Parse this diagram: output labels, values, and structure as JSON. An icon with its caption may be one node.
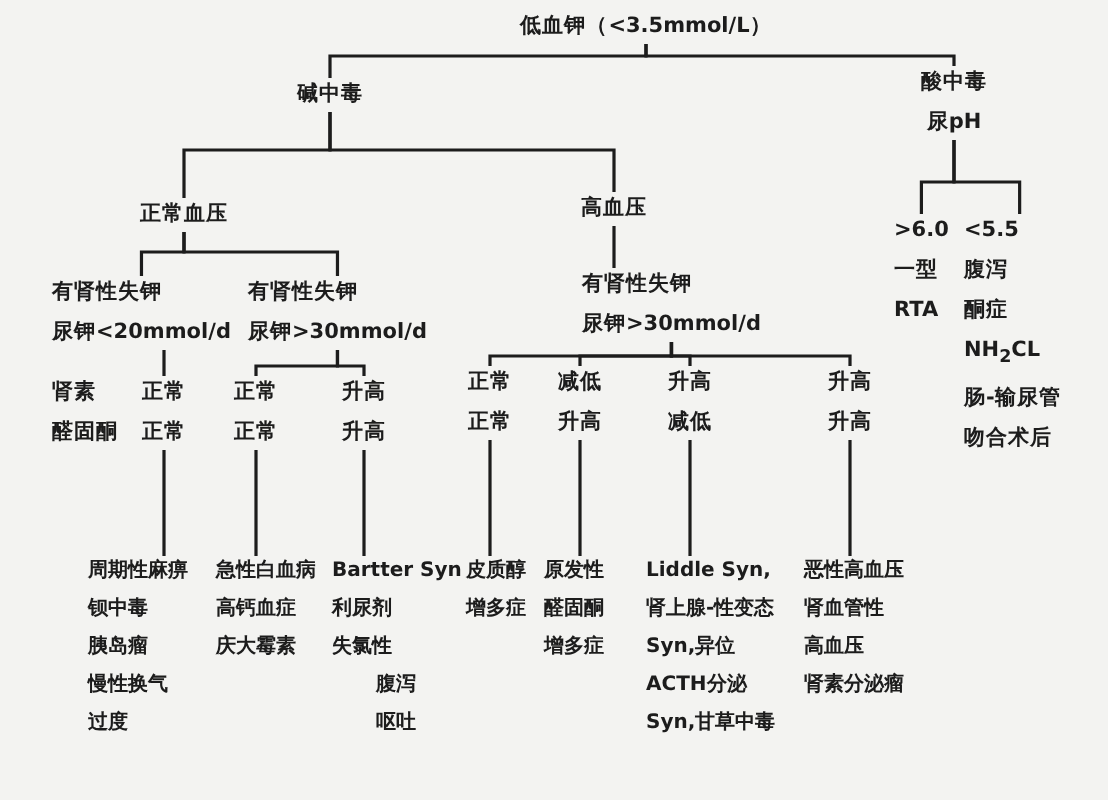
{
  "diagram": {
    "nodes": [
      {
        "text": [
          "低血钾（<3.5mmol/L）"
        ]
      },
      {
        "text": [
          "碱中毒"
        ]
      },
      {
        "text": [
          "酸中毒",
          "尿pH"
        ]
      },
      {
        "text": [
          "正常血压"
        ]
      },
      {
        "text": [
          "高血压"
        ]
      },
      {
        "text": [
          "有肾性失钾",
          "尿钾<20mmol/d"
        ]
      },
      {
        "text": [
          "有肾性失钾",
          "尿钾>30mmol/d"
        ]
      },
      {
        "text": [
          "有肾性失钾",
          "尿钾>30mmol/d"
        ]
      },
      {
        "text": [
          ">6.0",
          "一型",
          "RTA"
        ]
      },
      {
        "text": [
          "<5.5",
          "腹泻",
          "酮症",
          "NH$_{2}$CL",
          "肠-输尿管吻合术后"
        ]
      },
      {
        "text": [
          "正常",
          "正常"
        ]
      },
      {
        "text": [
          "正常",
          "正常"
        ]
      },
      {
        "text": [
          "升高",
          "升高"
        ]
      },
      {
        "text": [
          "正常",
          "正常"
        ]
      },
      {
        "text": [
          "减低",
          "升高"
        ]
      },
      {
        "text": [
          "升高",
          "减低"
        ]
      },
      {
        "text": [
          "升高",
          "升高"
        ]
      },
      {
        "text": [
          "周期性麻痹",
          "钡中毒",
          "胰岛瘤",
          "慢性换气过度"
        ]
      },
      {
        "text": [
          "急性白血病",
          "高钙血症",
          "庆大霉素"
        ]
      },
      {
        "text": [
          "Bartter Syn",
          "利尿剂",
          "失氯性",
          "腹泻",
          "呕吐"
        ]
      },
      {
        "text": [
          "皮质醇增多症"
        ]
      },
      {
        "text": [
          "原发性醛固酮增多症"
        ]
      },
      {
        "text": [
          "Liddle Syn,肾上腺-性变态Syn,异位ACTH分泌Syn,甘草中毒"
        ]
      },
      {
        "text": [
          "恶性高血压",
          "肾血管性高血压",
          "肾素分泌瘤"
        ]
      }
    ],
    "edges": [
      {
        "from": 0,
        "to": 1,
        "arrow": "none"
      },
      {
        "from": 0,
        "to": 2,
        "arrow": "none"
      },
      {
        "from": 1,
        "to": 3,
        "arrow": "none"
      },
      {
        "from": 1,
        "to": 4,
        "arrow": "none"
      },
      {
        "from": 3,
        "to": 5,
        "arrow": "none"
      },
      {
        "from": 3,
        "to": 6,
        "arrow": "none"
      },
      {
        "from": 4,
        "to": 7,
        "arrow": "none"
      },
      {
        "from": 2,
        "to": 8,
        "arrow": "none"
      },
      {
        "from": 2,
        "to": 9,
        "arrow": "none"
      },
      {
        "from": 5,
        "to": 10,
        "arrow": "none"
      },
      {
        "from": 6,
        "to": 11,
        "arrow": "none"
      },
      {
        "from": 6,
        "to": 12,
        "arrow": "none"
      },
      {
        "from": 7,
        "to": 13,
        "arrow": "none"
      },
      {
        "from": 7,
        "to": 14,
        "arrow": "none"
      },
      {
        "from": 7,
        "to": 15,
        "arrow": "none"
      },
      {
        "from": 7,
        "to": 16,
        "arrow": "none"
      },
      {
        "from": 10,
        "to": 17,
        "arrow": "none"
      },
      {
        "from": 11,
        "to": 18,
        "arrow": "none"
      },
      {
        "from": 12,
        "to": 19,
        "arrow": "none"
      },
      {
        "from": 13,
        "to": 20,
        "arrow": "none"
      },
      {
        "from": 14,
        "to": 21,
        "arrow": "none"
      },
      {
        "from": 15,
        "to": 22,
        "arrow": "none"
      },
      {
        "from": 16,
        "to": 23,
        "arrow": "none"
      }
    ],
    "labels": [
      "肾素",
      "醛固酮"
    ]
  }
}
